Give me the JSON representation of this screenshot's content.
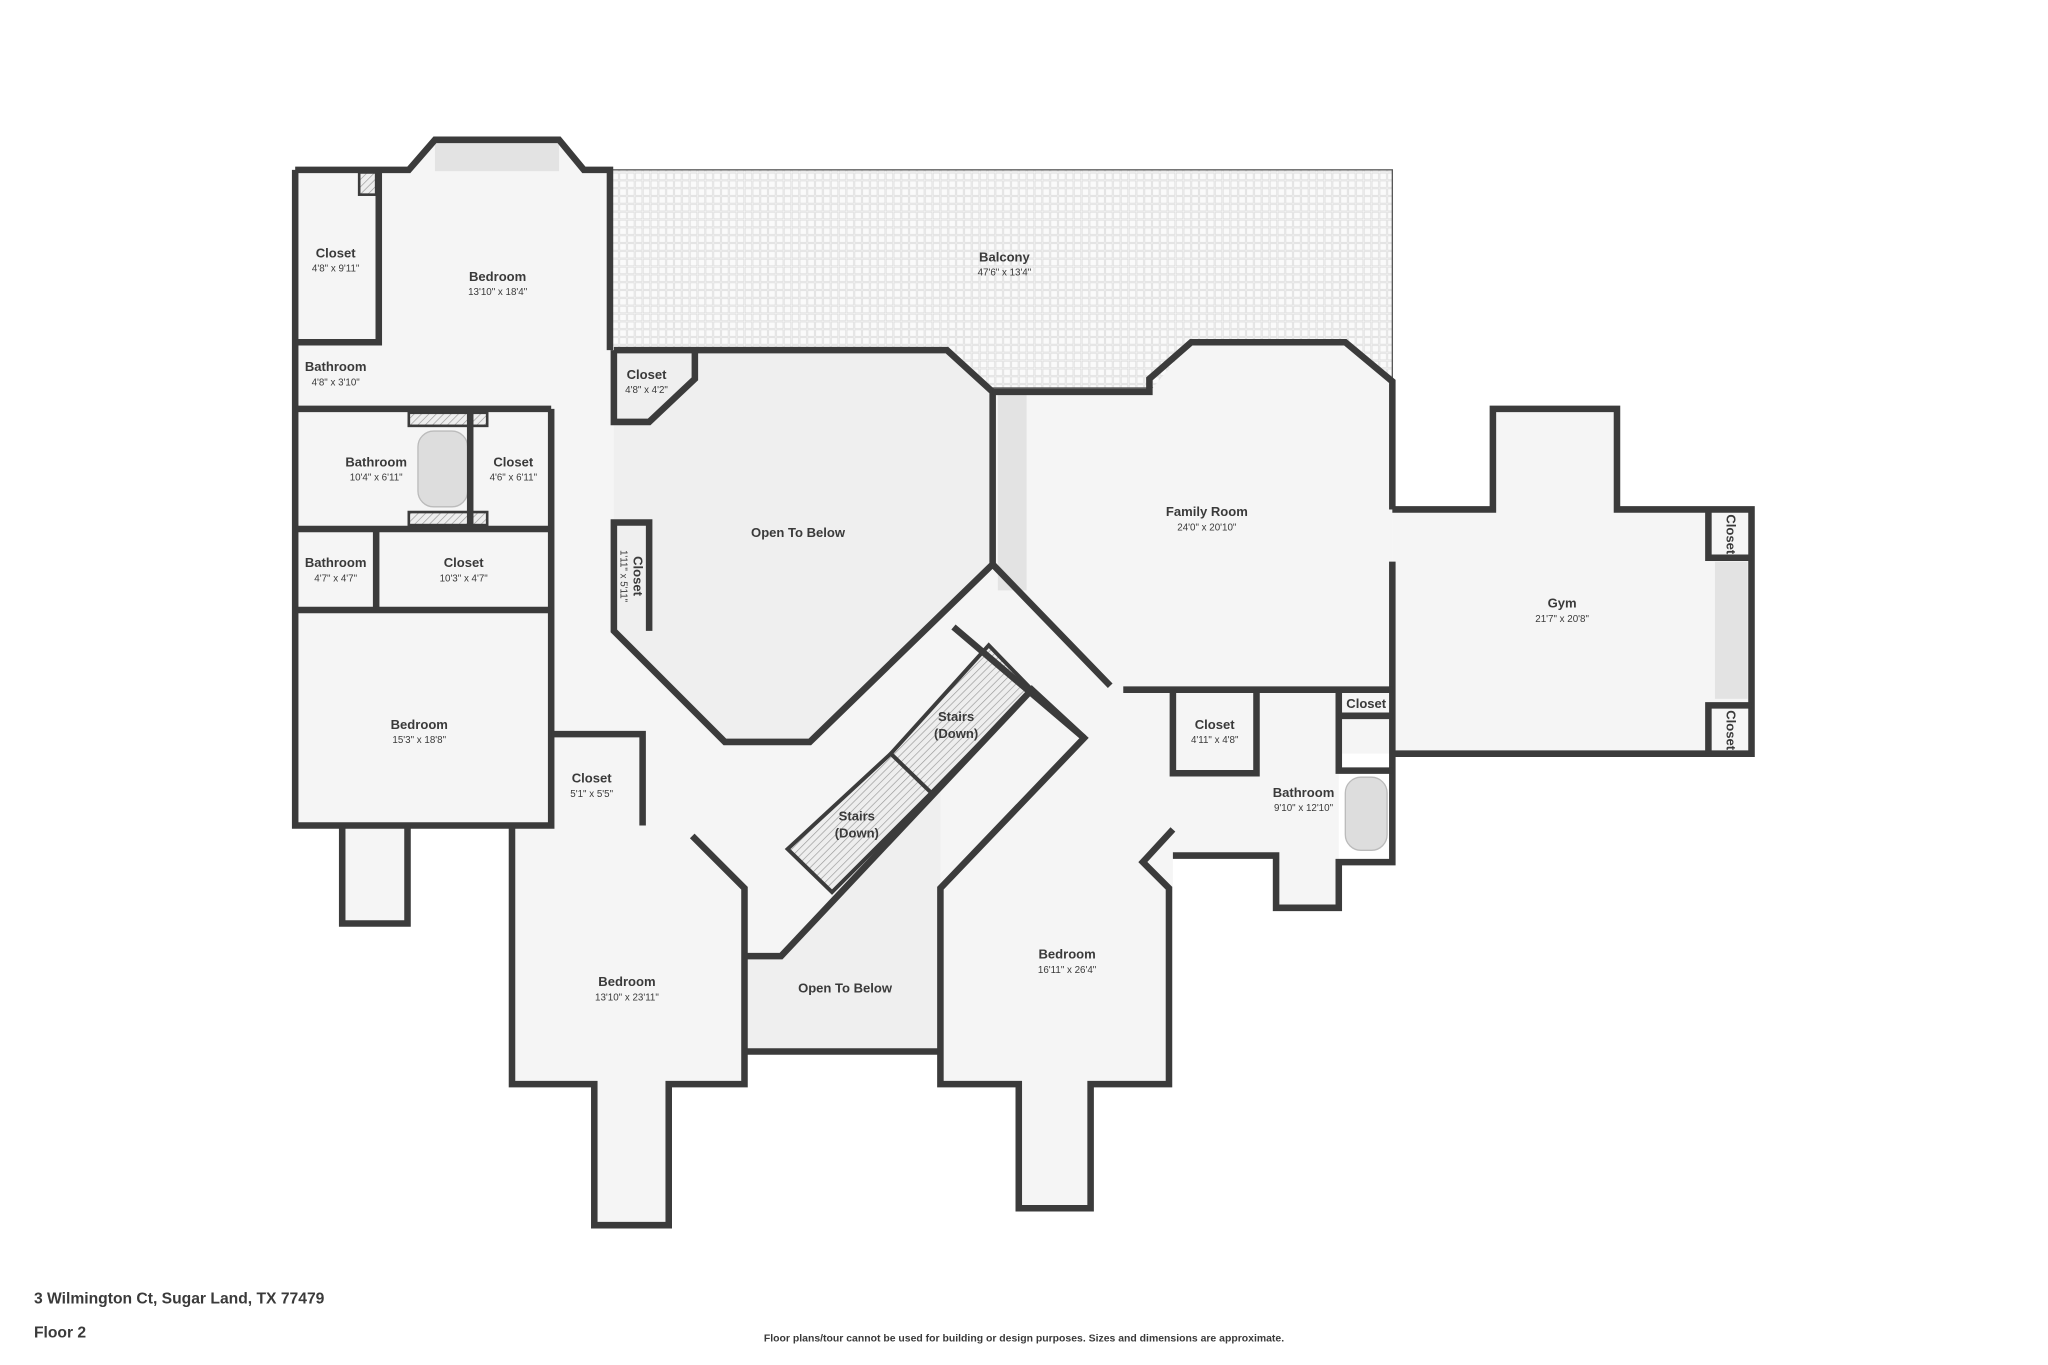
{
  "address": "3 Wilmington Ct, Sugar Land, TX 77479",
  "floor": "Floor 2",
  "disclaimer": "Floor plans/tour cannot be used for building or design purposes. Sizes and dimensions are approximate.",
  "colors": {
    "wall": "#3b3b3b",
    "floor": "#f5f5f5",
    "open_to_below": "#efefef"
  },
  "rooms": [
    {
      "name": "Closet",
      "dims": "4'8\" x 9'11\""
    },
    {
      "name": "Bedroom",
      "dims": "13'10\" x 18'4\""
    },
    {
      "name": "Bathroom",
      "dims": "4'8\" x 3'10\""
    },
    {
      "name": "Bathroom",
      "dims": "10'4\" x 6'11\""
    },
    {
      "name": "Closet",
      "dims": "4'6\" x 6'11\""
    },
    {
      "name": "Bathroom",
      "dims": "4'7\" x 4'7\""
    },
    {
      "name": "Closet",
      "dims": "10'3\" x 4'7\""
    },
    {
      "name": "Bedroom",
      "dims": "15'3\" x 18'8\""
    },
    {
      "name": "Closet",
      "dims": "5'1\" x 5'5\""
    },
    {
      "name": "Bedroom",
      "dims": "13'10\" x 23'11\""
    },
    {
      "name": "Balcony",
      "dims": "47'6\" x 13'4\""
    },
    {
      "name": "Closet",
      "dims": "4'8\" x 4'2\""
    },
    {
      "name": "Open To Below",
      "dims": ""
    },
    {
      "name": "Closet",
      "dims": "1'11\" x 5'11\""
    },
    {
      "name": "Stairs",
      "dims": "(Down)"
    },
    {
      "name": "Stairs",
      "dims": "(Down)"
    },
    {
      "name": "Open To Below",
      "dims": ""
    },
    {
      "name": "Family Room",
      "dims": "24'0\" x 20'10\""
    },
    {
      "name": "Gym",
      "dims": "21'7\" x 20'8\""
    },
    {
      "name": "Closet",
      "dims": ""
    },
    {
      "name": "Closet",
      "dims": ""
    },
    {
      "name": "Closet",
      "dims": "4'11\" x 4'8\""
    },
    {
      "name": "Closet",
      "dims": ""
    },
    {
      "name": "Bathroom",
      "dims": "9'10\" x 12'10\""
    },
    {
      "name": "Bedroom",
      "dims": "16'11\" x 26'4\""
    }
  ]
}
